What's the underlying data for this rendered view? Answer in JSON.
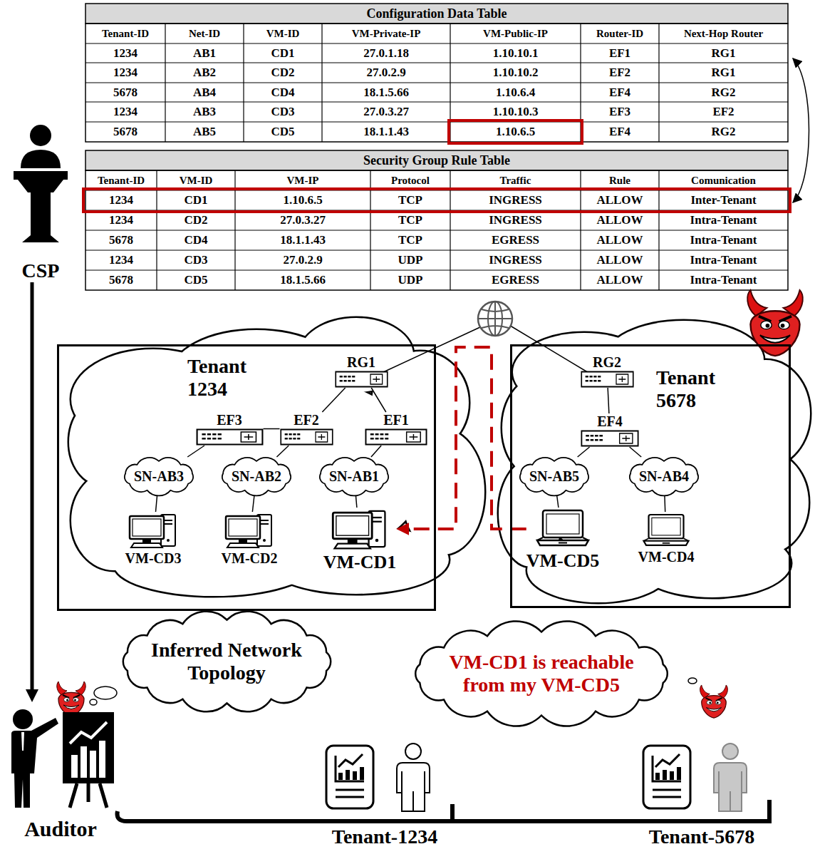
{
  "diagram": {
    "nodes": [
      {
        "text": [
          "CSP"
        ]
      },
      {
        "text": [
          "Tenant 1234"
        ]
      },
      {
        "text": [
          "RG1"
        ],
        "in": 1
      },
      {
        "text": [
          "EF3"
        ],
        "in": 1
      },
      {
        "text": [
          "EF2"
        ],
        "in": 1
      },
      {
        "text": [
          "EF1"
        ],
        "in": 1
      },
      {
        "text": [
          "SN-AB3"
        ],
        "in": 1
      },
      {
        "text": [
          "SN-AB2"
        ],
        "in": 1
      },
      {
        "text": [
          "SN-AB1"
        ],
        "in": 1
      },
      {
        "text": [
          "VM-CD3"
        ],
        "in": 1
      },
      {
        "text": [
          "VM-CD2"
        ],
        "in": 1
      },
      {
        "text": [
          "VM-CD1"
        ],
        "in": 1
      },
      {
        "text": [
          "Tenant 5678"
        ]
      },
      {
        "text": [
          "RG2"
        ],
        "in": 12
      },
      {
        "text": [
          "EF4"
        ],
        "in": 12
      },
      {
        "text": [
          "SN-AB5"
        ],
        "in": 12
      },
      {
        "text": [
          "SN-AB4"
        ],
        "in": 12
      },
      {
        "text": [
          "VM-CD5"
        ],
        "in": 12
      },
      {
        "text": [
          "VM-CD4"
        ],
        "in": 12
      },
      {
        "text": [
          "Inferred Network Topology"
        ]
      },
      {
        "text": [
          "VM-CD1 is reachable from my VM-CD5"
        ]
      },
      {
        "text": [
          "Auditor"
        ]
      },
      {
        "text": [
          "Tenant-1234"
        ]
      },
      {
        "text": [
          "Tenant-5678"
        ]
      }
    ],
    "edges": [
      {
        "from": 0,
        "to": 21,
        "arrow": "to"
      },
      {
        "from": 2,
        "to": 4,
        "arrow": "none"
      },
      {
        "from": 2,
        "to": 5,
        "arrow": "none"
      },
      {
        "from": 3,
        "to": 4,
        "arrow": "none"
      },
      {
        "from": 3,
        "to": 6,
        "arrow": "none"
      },
      {
        "from": 4,
        "to": 7,
        "arrow": "none"
      },
      {
        "from": 5,
        "to": 8,
        "arrow": "none"
      },
      {
        "from": 6,
        "to": 9,
        "arrow": "none"
      },
      {
        "from": 7,
        "to": 10,
        "arrow": "none"
      },
      {
        "from": 8,
        "to": 11,
        "arrow": "none"
      },
      {
        "from": 13,
        "to": 14,
        "arrow": "none"
      },
      {
        "from": 14,
        "to": 15,
        "arrow": "none"
      },
      {
        "from": 14,
        "to": 16,
        "arrow": "none"
      },
      {
        "from": 15,
        "to": 17,
        "arrow": "none"
      },
      {
        "from": 16,
        "to": 18,
        "arrow": "none"
      },
      {
        "from": 17,
        "to": 11,
        "arrow": "to"
      }
    ],
    "labels": [
      "Configuration Data Table",
      "Tenant-ID",
      "Net-ID",
      "VM-ID",
      "VM-Private-IP",
      "VM-Public-IP",
      "Router-ID",
      "Next-Hop Router",
      "1234",
      "AB1",
      "CD1",
      "27.0.1.18",
      "1.10.10.1",
      "EF1",
      "RG1",
      "1234",
      "AB2",
      "CD2",
      "27.0.2.9",
      "1.10.10.2",
      "EF2",
      "RG1",
      "5678",
      "AB4",
      "CD4",
      "18.1.5.66",
      "1.10.6.4",
      "EF4",
      "RG2",
      "1234",
      "AB3",
      "CD3",
      "27.0.3.27",
      "1.10.10.3",
      "EF3",
      "EF2",
      "5678",
      "AB5",
      "CD5",
      "18.1.1.43",
      "1.10.6.5",
      "EF4",
      "RG2",
      "Security Group Rule Table",
      "Tenant-ID",
      "VM-ID",
      "VM-IP",
      "Protocol",
      "Traffic",
      "Rule",
      "Comunication",
      "1234",
      "CD1",
      "1.10.6.5",
      "TCP",
      "INGRESS",
      "ALLOW",
      "Inter-Tenant",
      "1234",
      "CD2",
      "27.0.3.27",
      "TCP",
      "INGRESS",
      "ALLOW",
      "Intra-Tenant",
      "5678",
      "CD4",
      "18.1.1.43",
      "TCP",
      "EGRESS",
      "ALLOW",
      "Intra-Tenant",
      "1234",
      "CD3",
      "27.0.2.9",
      "UDP",
      "INGRESS",
      "ALLOW",
      "Intra-Tenant",
      "5678",
      "CD5",
      "18.1.5.66",
      "UDP",
      "EGRESS",
      "ALLOW",
      "Intra-Tenant"
    ]
  }
}
